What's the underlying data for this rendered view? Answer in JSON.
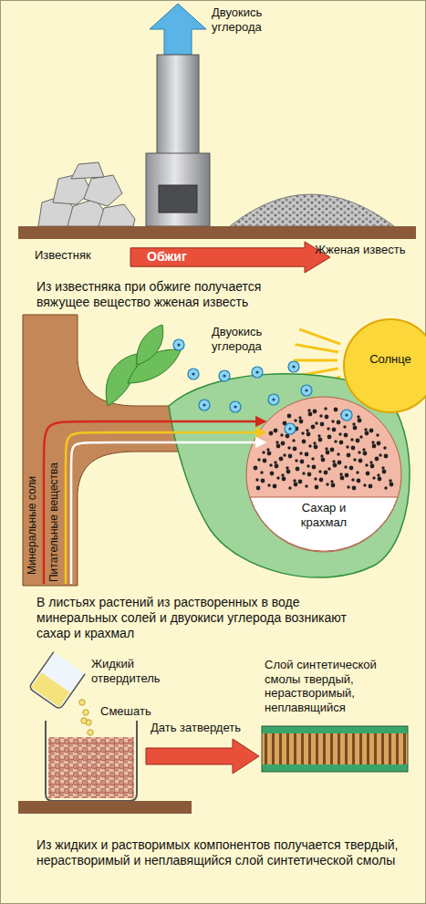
{
  "diagram": {
    "nodes": [
      {
        "text": [
          "Обжиг"
        ]
      },
      {
        "text": [
          "Солнце"
        ]
      },
      {
        "text": [
          "Сахар и крахмал"
        ]
      }
    ],
    "labels": [
      "Двуокись углерода",
      "Известняк",
      "Жженая известь",
      "Из известняка при обжиге получается вяжущее вещество жженая известь",
      "Двуокись углерода",
      "Минеральные соли",
      "Питательные вещества",
      "В листьях растений из растворенных в воде минеральных солей и двуокиси углерода возникают сахар и крахмал",
      "Жидкий отвердитель",
      "Смешать",
      "Дать затвердеть",
      "Слой синтетической смолы твердый, нерастворимый, неплавящийся",
      "Из жидких и растворимых компонентов получается твердый, нерастворимый и неплавящийся слой синтетической смолы"
    ]
  }
}
